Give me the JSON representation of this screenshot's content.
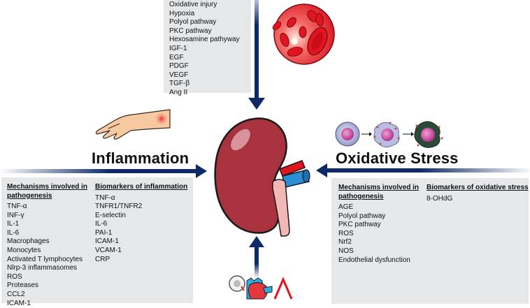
{
  "top_panel": {
    "items": [
      "Oxidative injury",
      "Hypoxia",
      "Polyol pathway",
      "PKC pathway",
      "Hexosamine pathyway",
      "IGF-1",
      "EGF",
      "PDGF",
      "VEGF",
      "TGF-β",
      "Ang II"
    ]
  },
  "inflammation": {
    "title": "Inflammation",
    "mechanisms_header": "Mechanisms involved in pathogenesis",
    "mechanisms": [
      "TNF-α",
      "INF-γ",
      "IL-1",
      "IL-6",
      "Macrophages",
      "Monocytes",
      "Activated T lymphocytes",
      "Nlrp-3 inflammasomes",
      "ROS",
      "Proteases",
      "CCL2",
      "ICAM-1"
    ],
    "biomarkers_header": "Biomarkers of inflammation",
    "biomarkers": [
      "TNF-α",
      "TNFR1/TNFR2",
      "E-selectin",
      "IL-6",
      "PAI-1",
      "ICAM-1",
      "VCAM-1",
      "CRP"
    ]
  },
  "oxidative_stress": {
    "title": "Oxidative Stress",
    "mechanisms_header": "Mechanisms involved in pathogenesis",
    "mechanisms": [
      "AGE",
      "Polyol pathway",
      "PKC pathway",
      "ROS",
      "Nrf2",
      "NOS",
      "Endothelial dysfunction"
    ],
    "biomarkers_header": "Biomarkers of oxidative stress",
    "biomarkers": [
      "8-OHdG"
    ]
  },
  "icons": {
    "center": "kidney-icon",
    "top": "blood-cells-icon",
    "left": "inflamed-arm-icon",
    "right": "oxidized-cells-icon",
    "bottom": "heart-hypertension-icon"
  },
  "colors": {
    "arrow": "#0d2a66",
    "panel": "#e6e7e9",
    "kidney": "#a8323d"
  }
}
